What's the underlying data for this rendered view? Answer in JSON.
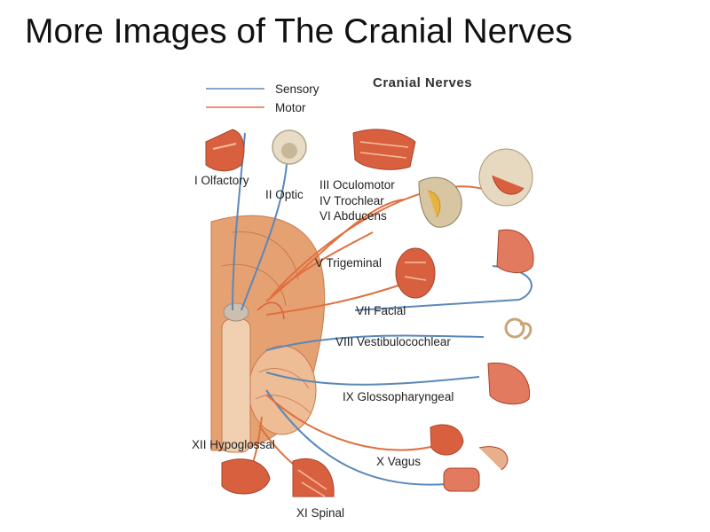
{
  "slide": {
    "title": "More Images of The Cranial Nerves"
  },
  "diagram": {
    "title": "Cranial Nerves",
    "colors": {
      "sensory": "#5b88b8",
      "motor": "#e0703f",
      "brain": "#e6a172",
      "tissue": "#d9603f"
    },
    "legend": [
      {
        "label": "Sensory",
        "color": "#5b88b8"
      },
      {
        "label": "Motor",
        "color": "#e0703f"
      }
    ],
    "nerves": {
      "olfactory": "I Olfactory",
      "optic": "II Optic",
      "oculomotor": "III Oculomotor",
      "trochlear": "IV Trochlear",
      "abducens": "VI Abducens",
      "trigeminal": "V Trigeminal",
      "facial": "VII Facial",
      "vestibulocochlear": "VIII Vestibulocochlear",
      "glossopharyngeal": "IX Glossopharyngeal",
      "hypoglossal": "XII Hypoglossal",
      "vagus": "X Vagus",
      "spinal": "XI Spinal"
    }
  }
}
